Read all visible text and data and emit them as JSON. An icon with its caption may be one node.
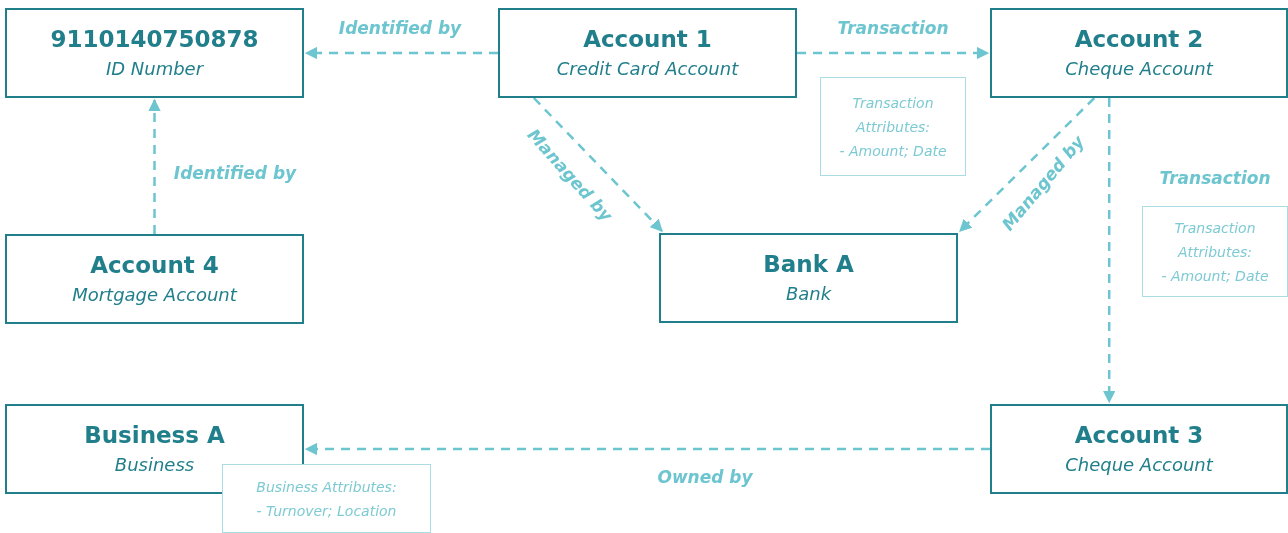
{
  "diagram": {
    "nodes": [
      {
        "text": [
          "9110140750878",
          "ID Number"
        ]
      },
      {
        "text": [
          "Account 1",
          "Credit Card Account"
        ]
      },
      {
        "text": [
          "Account 2",
          "Cheque Account"
        ]
      },
      {
        "text": [
          "Account 4",
          "Mortgage Account"
        ]
      },
      {
        "text": [
          "Bank A",
          "Bank"
        ]
      },
      {
        "text": [
          "Business A",
          "Business"
        ]
      },
      {
        "text": [
          "Account 3",
          "Cheque Account"
        ]
      },
      {
        "text": [
          "Transaction Attributes:",
          "- Amount; Date"
        ]
      },
      {
        "text": [
          "Transaction Attributes:",
          "- Amount; Date"
        ]
      },
      {
        "text": [
          "Business Attributes:",
          "- Turnover; Location"
        ]
      }
    ],
    "edges": [
      {
        "from": 1,
        "to": 0,
        "arrow": "to",
        "label": "Identified by",
        "style": "dashed"
      },
      {
        "from": 1,
        "to": 2,
        "arrow": "to",
        "label": "Transaction",
        "style": "dashed"
      },
      {
        "from": 1,
        "to": 4,
        "arrow": "to",
        "label": "Managed by",
        "style": "dashed"
      },
      {
        "from": 2,
        "to": 4,
        "arrow": "to",
        "label": "Managed by",
        "style": "dashed"
      },
      {
        "from": 2,
        "to": 6,
        "arrow": "to",
        "label": "Transaction",
        "style": "dashed"
      },
      {
        "from": 3,
        "to": 0,
        "arrow": "to",
        "label": "Identified by",
        "style": "dashed"
      },
      {
        "from": 6,
        "to": 5,
        "arrow": "to",
        "label": "Owned by",
        "style": "dashed"
      }
    ]
  }
}
